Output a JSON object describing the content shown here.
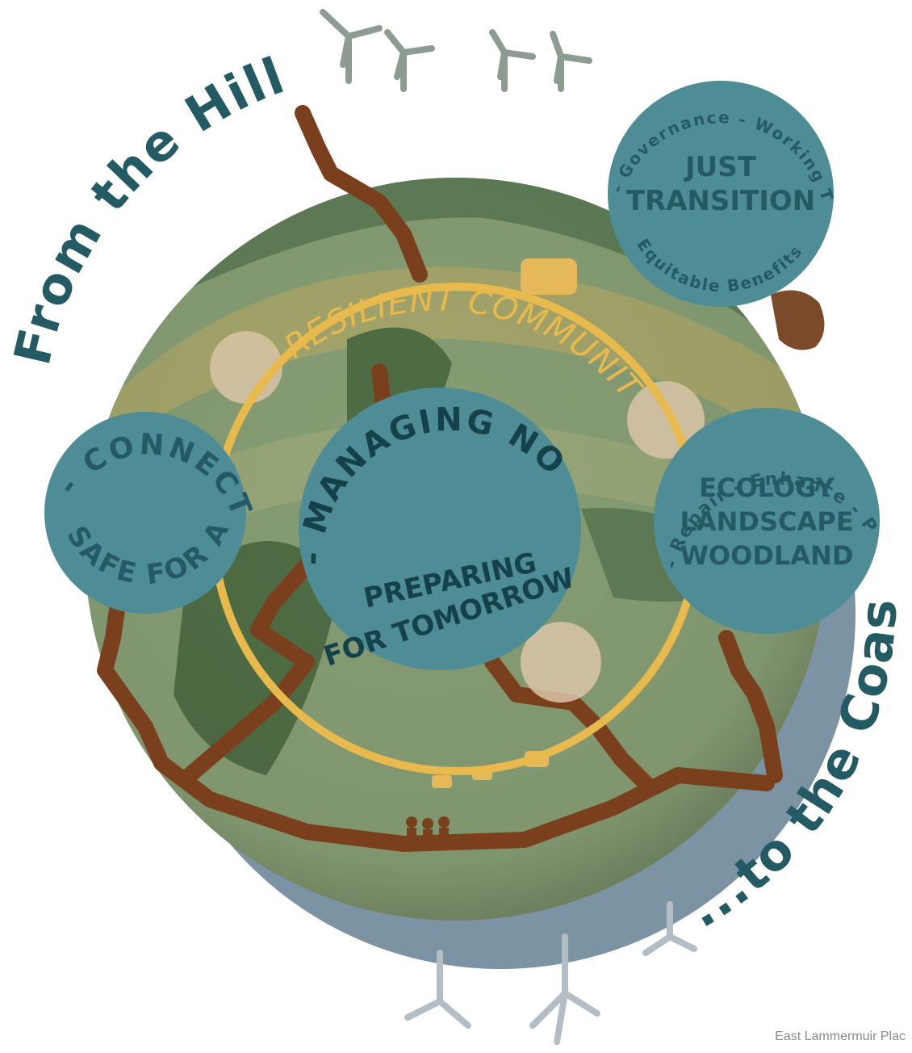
{
  "headline_top": "From the Hills...",
  "headline_bottom": "...to the Coast",
  "ring_label": "RESILIENT COMMUNITY",
  "center": {
    "arc_top": "- MANAGING NOW -",
    "arc_bottom": "PREPARING FOR TOMORROW",
    "line1": "PREPARING",
    "line2": "FOR TOMORROW"
  },
  "left_circle": {
    "arc_top": "- CONNECTED -",
    "arc_bottom": "SAFE FOR ALL"
  },
  "top_right_circle": {
    "title_line1": "JUST",
    "title_line2": "TRANSITION",
    "arc_top": "- Governance - Working Together -",
    "arc_bottom": "Equitable Benefits"
  },
  "right_circle": {
    "title_line1": "ECOLOGY",
    "title_line2": "LANDSCAPE",
    "title_line3": "WOODLAND",
    "arc_top": "- Repair - Enhance - Protect -"
  },
  "credit": "East Lammermuir Plac",
  "colors": {
    "teal_circle": "#4f8d96",
    "teal_text": "#245a64",
    "ring_yellow": "#e8b94c",
    "path_brown": "#7a3f1c",
    "sea": "#7c93a3",
    "land_light": "#869d74",
    "land_dark": "#4f6d45"
  }
}
